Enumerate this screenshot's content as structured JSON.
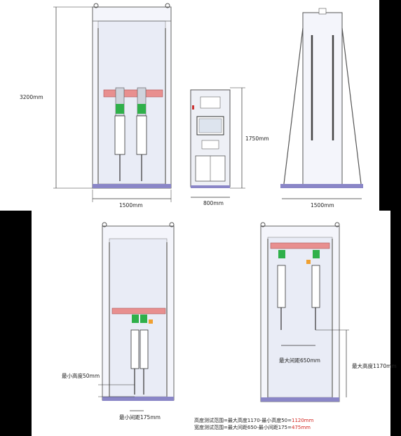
{
  "top": {
    "height_total": "3200mm",
    "width_front": "1500mm",
    "cabinet_height": "1750mm",
    "cabinet_width": "800mm",
    "width_side": "1500mm"
  },
  "bottom_left": {
    "min_height": "最小高度50mm",
    "min_spacing": "最小间距175mm"
  },
  "bottom_right": {
    "max_spacing": "最大间距650mm",
    "max_height": "最大高度1170mm"
  },
  "notes": {
    "height_range_prefix": "高度测试范围=最大高度1170-最小高度50=",
    "height_range_value": "1120mm",
    "width_range_prefix": "宽度测试范围=最大间距650-最小间距175=",
    "width_range_value": "475mm"
  },
  "colors": {
    "background_dark": "#000000",
    "rail": "#e88f8f",
    "motor": "#2fb04a",
    "base": "#8a86c7",
    "frame": "#555555",
    "highlight": "#d2231d"
  }
}
